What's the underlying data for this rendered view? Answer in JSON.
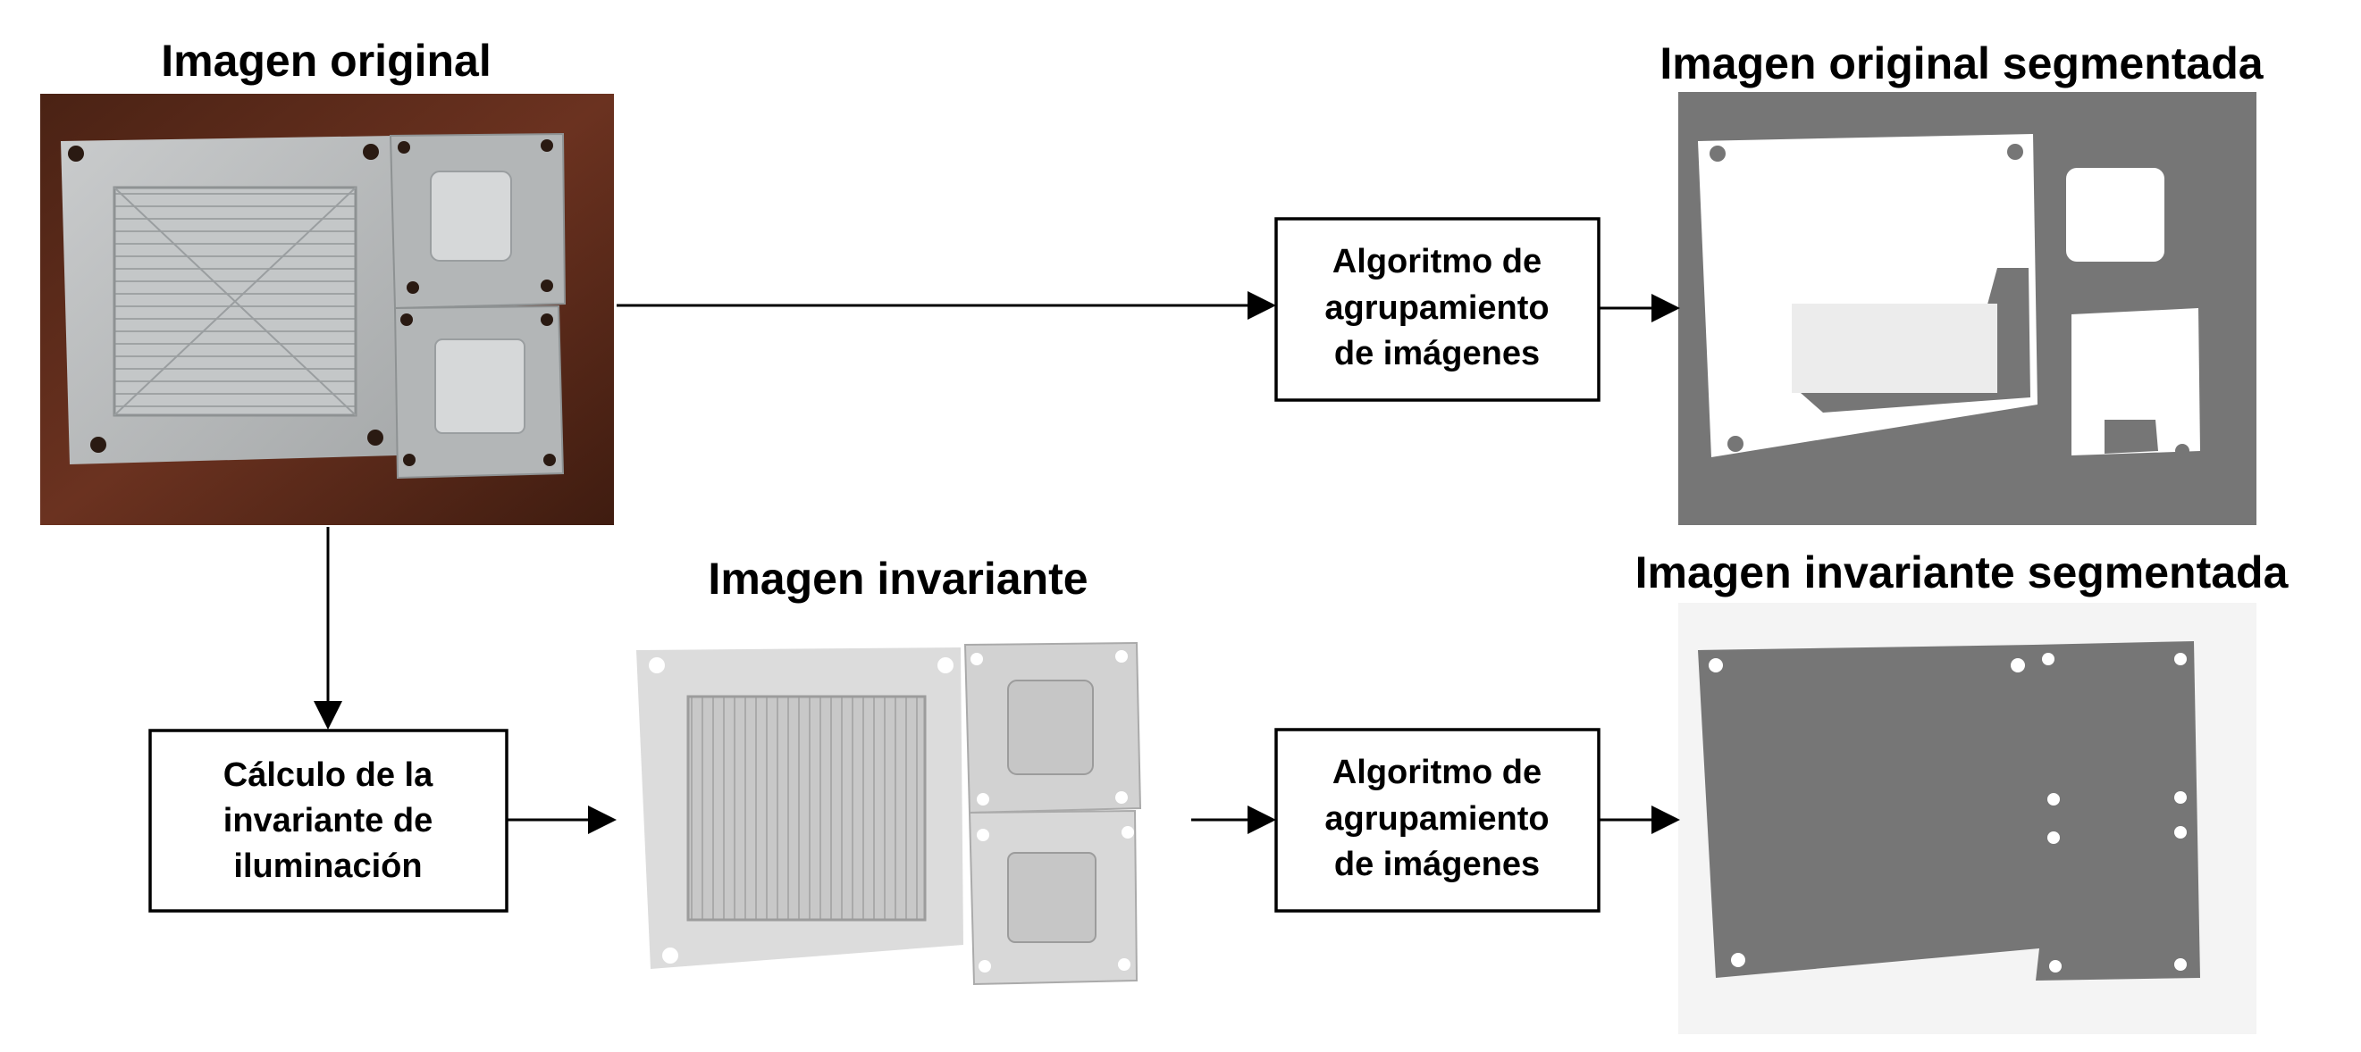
{
  "panels": {
    "original": {
      "title": "Imagen original"
    },
    "original_segmented": {
      "title": "Imagen original segmentada"
    },
    "invariant": {
      "title": "Imagen invariante"
    },
    "invariant_segmented": {
      "title": "Imagen invariante segmentada"
    }
  },
  "process_boxes": {
    "clustering_top": {
      "lines": [
        "Algoritmo de",
        "agrupamiento",
        "de imágenes"
      ]
    },
    "invariant_calc": {
      "lines": [
        "Cálculo de la",
        "invariante de",
        "iluminación"
      ]
    },
    "clustering_bottom": {
      "lines": [
        "Algoritmo de",
        "agrupamiento",
        "de imágenes"
      ]
    }
  },
  "colors": {
    "wood": "#5a2a18",
    "metal": "#b9bcbd",
    "segment_dark": "#767676",
    "segment_light": "#f4f4f4",
    "invariant_bg": "#ffffff"
  }
}
